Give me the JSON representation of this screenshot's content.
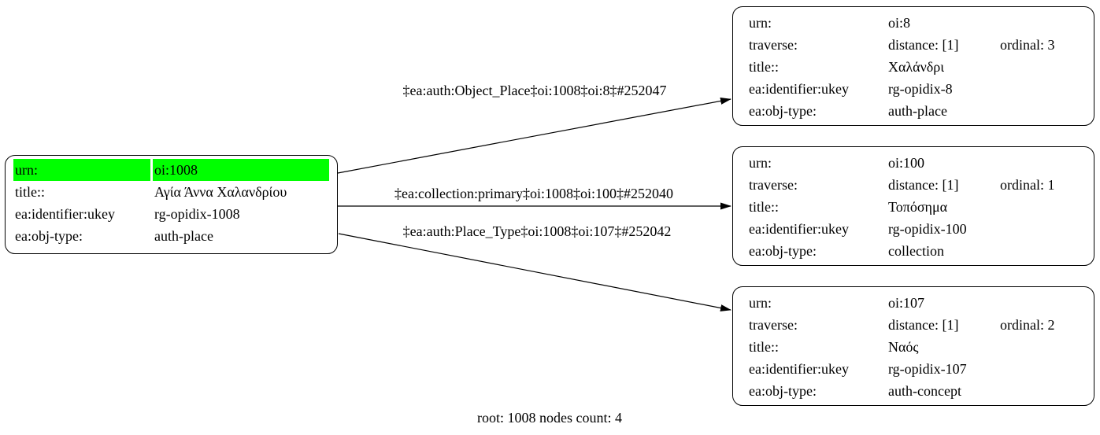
{
  "graph": {
    "caption": "root: 1008 nodes count: 4",
    "colors": {
      "highlight": "#00ff00",
      "line": "#000000",
      "background": "#ffffff"
    },
    "root": {
      "rows": [
        {
          "key": "urn:",
          "value": "oi:1008"
        },
        {
          "key": "title::",
          "value": "Αγία Άννα Χαλανδρίου"
        },
        {
          "key": "ea:identifier:ukey",
          "value": "rg-opidix-1008"
        },
        {
          "key": "ea:obj-type:",
          "value": "auth-place"
        }
      ]
    },
    "targets": [
      {
        "rows": [
          {
            "key": "urn:",
            "value": "oi:8"
          },
          {
            "key": "traverse:",
            "value": "distance: [1]",
            "ordinal": "ordinal: 3"
          },
          {
            "key": "title::",
            "value": "Χαλάνδρι"
          },
          {
            "key": "ea:identifier:ukey",
            "value": "rg-opidix-8"
          },
          {
            "key": "ea:obj-type:",
            "value": "auth-place"
          }
        ]
      },
      {
        "rows": [
          {
            "key": "urn:",
            "value": "oi:100"
          },
          {
            "key": "traverse:",
            "value": "distance: [1]",
            "ordinal": "ordinal: 1"
          },
          {
            "key": "title::",
            "value": "Τοπόσημα"
          },
          {
            "key": "ea:identifier:ukey",
            "value": "rg-opidix-100"
          },
          {
            "key": "ea:obj-type:",
            "value": "collection"
          }
        ]
      },
      {
        "rows": [
          {
            "key": "urn:",
            "value": "oi:107"
          },
          {
            "key": "traverse:",
            "value": "distance: [1]",
            "ordinal": "ordinal: 2"
          },
          {
            "key": "title::",
            "value": "Ναός"
          },
          {
            "key": "ea:identifier:ukey",
            "value": "rg-opidix-107"
          },
          {
            "key": "ea:obj-type:",
            "value": "auth-concept"
          }
        ]
      }
    ],
    "edges": [
      {
        "label": "‡ea:auth:Object_Place‡oi:1008‡oi:8‡#252047"
      },
      {
        "label": "‡ea:collection:primary‡oi:1008‡oi:100‡#252040"
      },
      {
        "label": "‡ea:auth:Place_Type‡oi:1008‡oi:107‡#252042"
      }
    ]
  }
}
